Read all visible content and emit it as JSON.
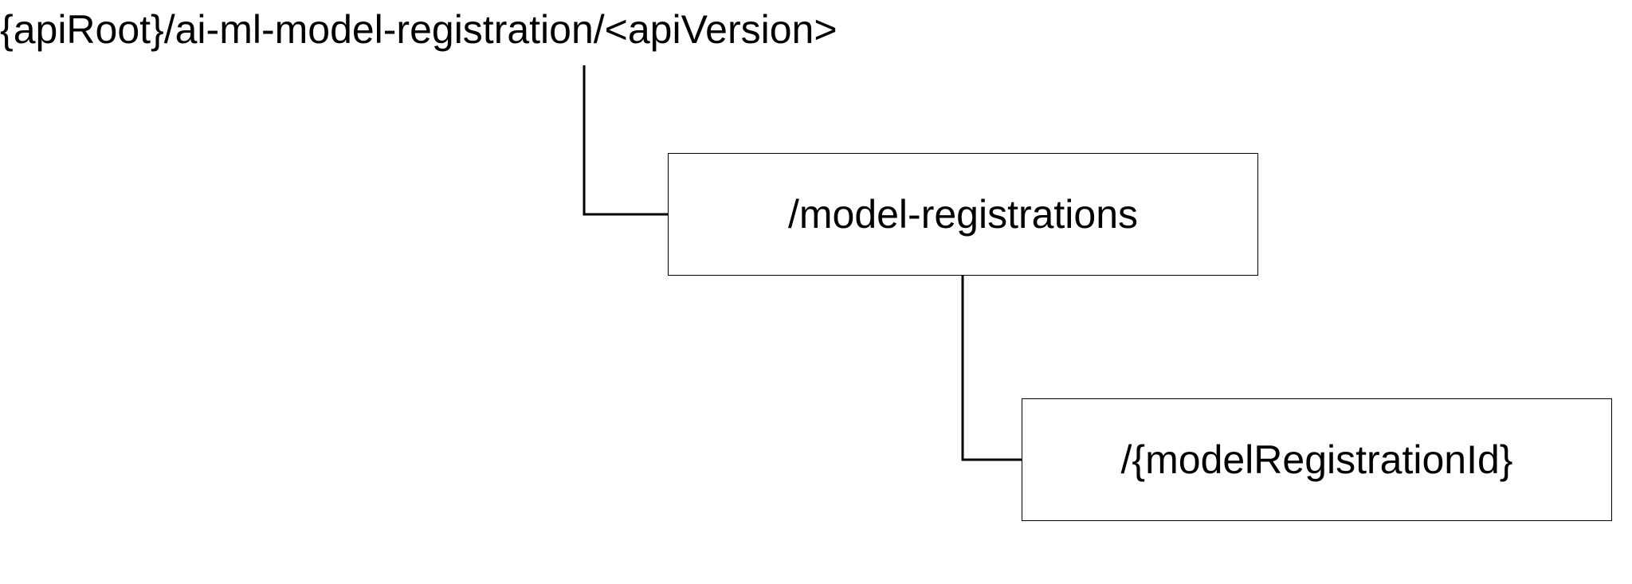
{
  "root": {
    "label": "{apiRoot}/ai-ml-model-registration/<apiVersion>"
  },
  "resources": [
    {
      "label": "/model-registrations"
    },
    {
      "label": "/{modelRegistrationId}"
    }
  ]
}
